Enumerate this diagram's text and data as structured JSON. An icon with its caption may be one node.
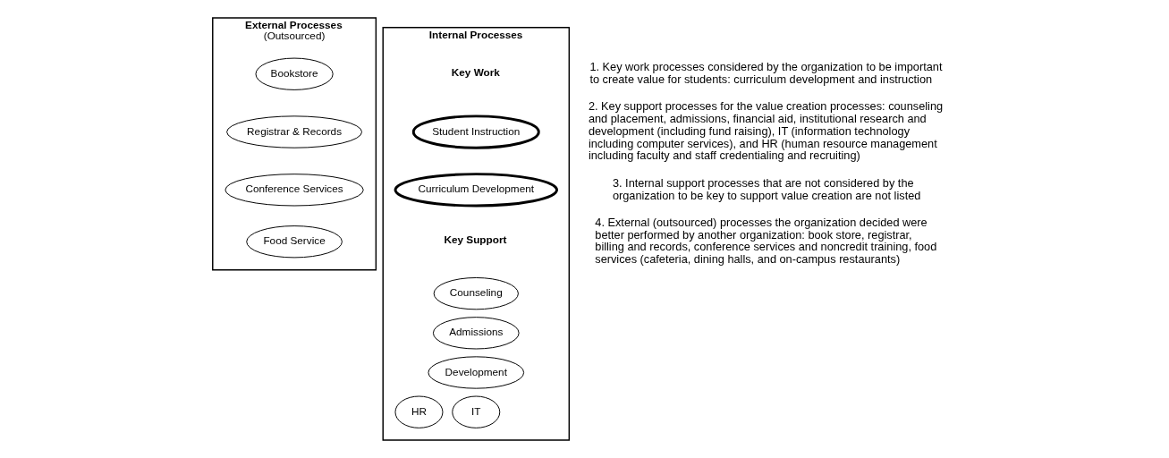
{
  "diagram": {
    "nodes": [
      {
        "text": [
          "External Processes",
          "(Outsourced)"
        ]
      },
      {
        "text": [
          "Bookstore"
        ],
        "in": 0
      },
      {
        "text": [
          "Registrar & Records"
        ],
        "in": 0
      },
      {
        "text": [
          "Conference Services"
        ],
        "in": 0
      },
      {
        "text": [
          "Food Service"
        ],
        "in": 0
      },
      {
        "text": [
          "Internal Processes"
        ]
      },
      {
        "text": [
          "Student Instruction"
        ],
        "in": 5
      },
      {
        "text": [
          "Curriculum Development"
        ],
        "in": 5
      },
      {
        "text": [
          "Counseling"
        ],
        "in": 5
      },
      {
        "text": [
          "Admissions"
        ],
        "in": 5
      },
      {
        "text": [
          "Development"
        ],
        "in": 5
      },
      {
        "text": [
          "IT"
        ],
        "in": 5
      },
      {
        "text": [
          "HR"
        ],
        "in": 5
      }
    ],
    "edges": [],
    "labels": [
      "Key Work",
      "Key Support",
      "1. Key work processes considered by the organization to be important to create value for students: curriculum development and instruction",
      "2. Key support processes for the value creation processes: counseling and placement, admissions, financial aid, institutional research and development (including fund raising), IT (information technology including computer services), and HR (human resource management including faculty and staff credentialing and recruiting)",
      "3. Internal support processes that are not considered by the organization to be key to support value creation are not listed",
      "4. External (outsourced) processes the organization decided were better performed by another organization: book store, registrar, billing and records, conference services and noncredit training, food services (cafeteria, dining halls, and on-campus restaurants)"
    ]
  }
}
